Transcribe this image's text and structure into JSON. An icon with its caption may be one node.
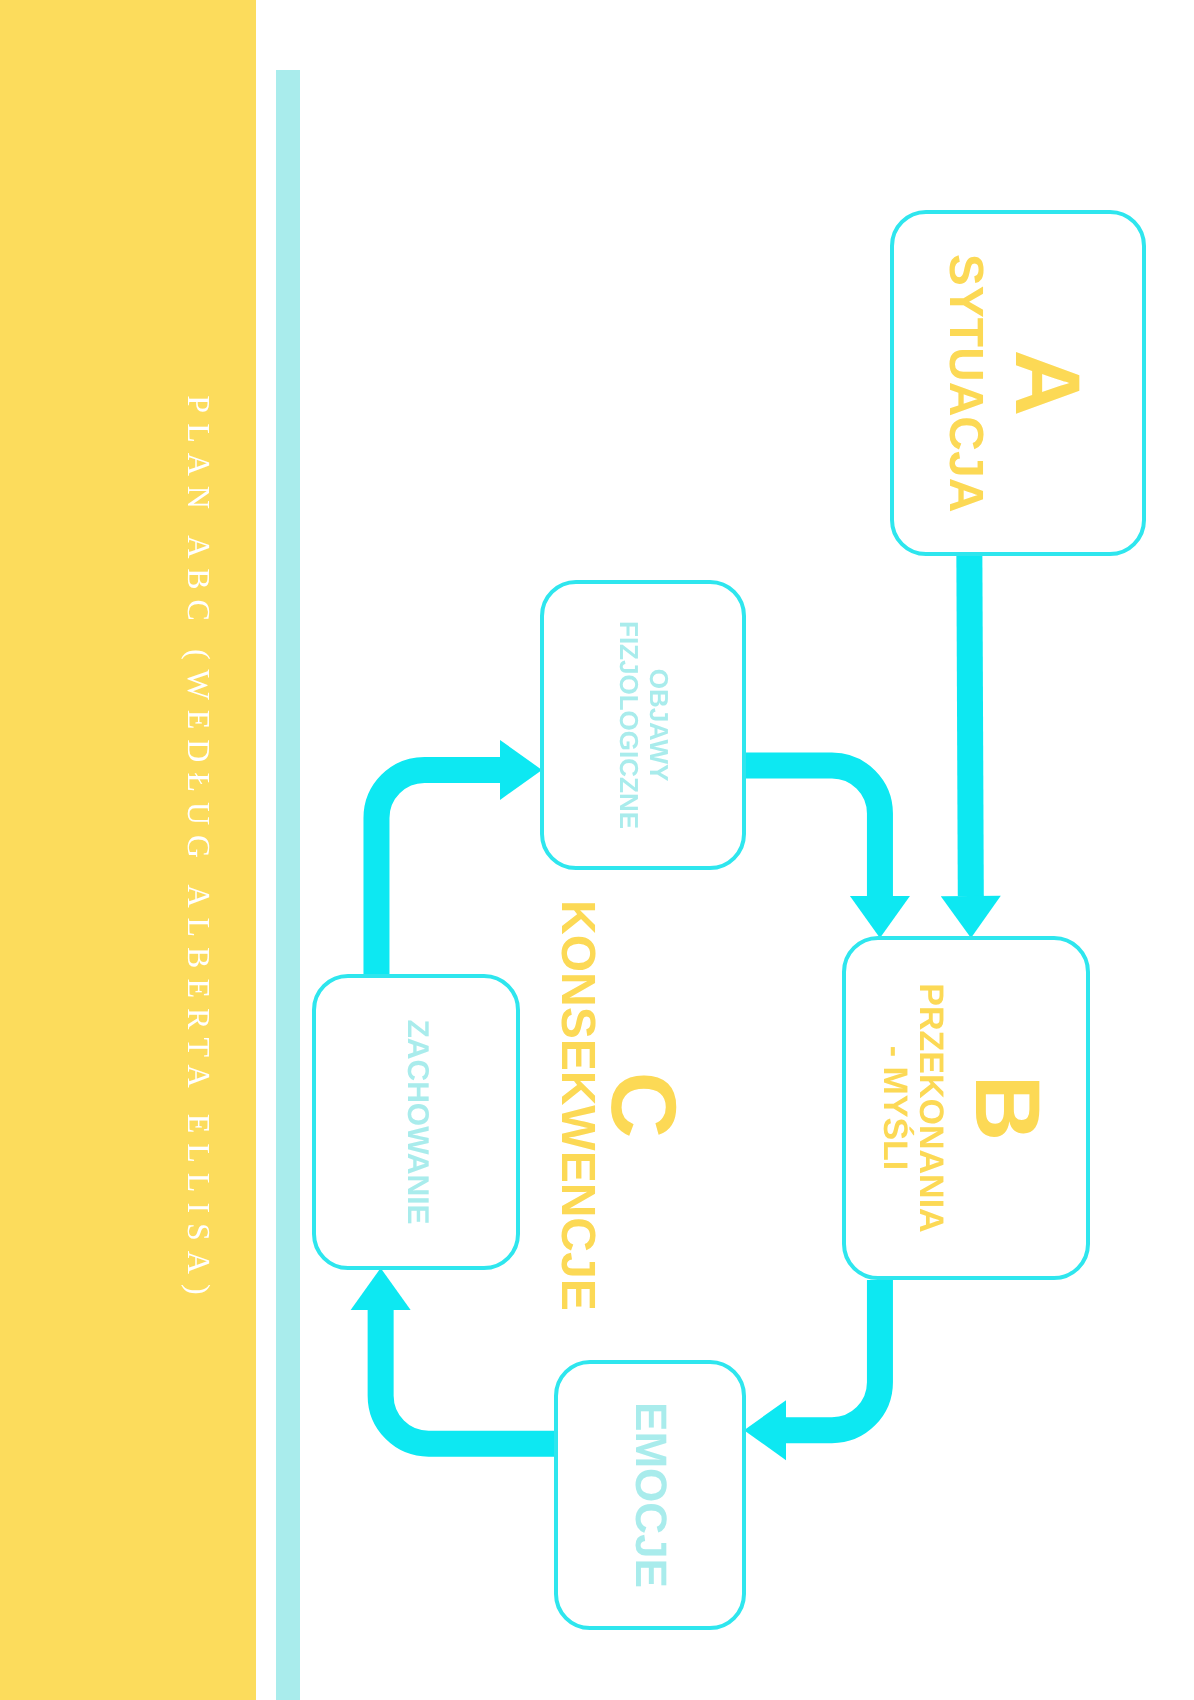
{
  "diagram": {
    "title": "PLAN ABC (WEDŁUG ALBERTA ELLISA)",
    "nodes": [
      {
        "text": [
          "A",
          "SYTUACJA"
        ]
      },
      {
        "text": [
          "OBJAWY FIZJOLOGICZNE"
        ]
      },
      {
        "text": [
          "B",
          "PRZEKONANIA - MYŚLI"
        ]
      },
      {
        "text": [
          "ZACHOWANIE"
        ]
      },
      {
        "text": [
          "EMOCJE"
        ]
      }
    ],
    "edges": [
      {
        "from": 0,
        "to": 2,
        "arrow": "to"
      },
      {
        "from": 1,
        "to": 2,
        "arrow": "to"
      },
      {
        "from": 2,
        "to": 4,
        "arrow": "to"
      },
      {
        "from": 4,
        "to": 3,
        "arrow": "to"
      },
      {
        "from": 3,
        "to": 1,
        "arrow": "to"
      }
    ],
    "labels": [
      "C",
      "KONSEKWENCJE"
    ]
  }
}
